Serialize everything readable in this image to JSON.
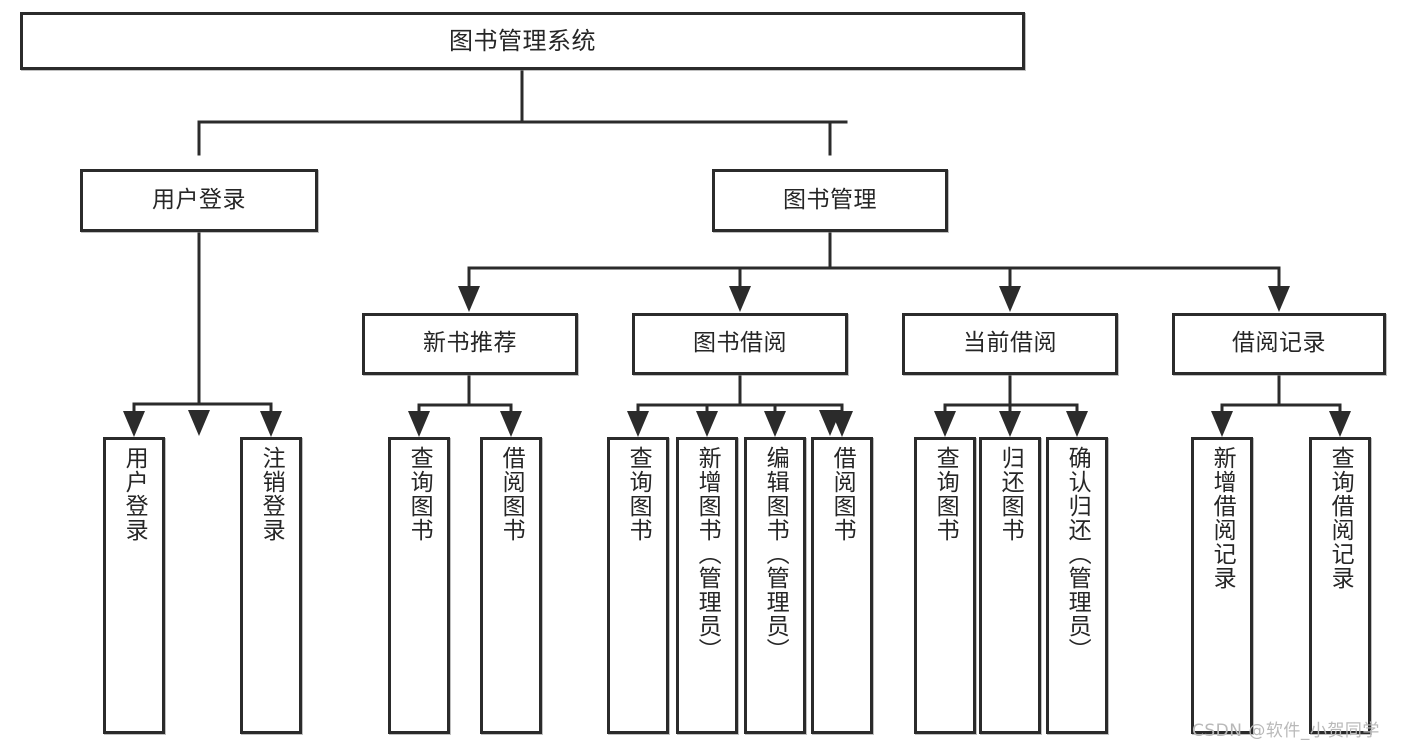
{
  "diagram": {
    "title_node": {
      "label": "图书管理系统"
    },
    "level2": [
      {
        "id": "user-login",
        "label": "用户登录"
      },
      {
        "id": "book-management",
        "label": "图书管理"
      }
    ],
    "level3": [
      {
        "id": "new-book-recommend",
        "label": "新书推荐"
      },
      {
        "id": "book-borrow",
        "label": "图书借阅"
      },
      {
        "id": "current-borrow",
        "label": "当前借阅"
      },
      {
        "id": "borrow-record",
        "label": "借阅记录"
      }
    ],
    "leaves": [
      {
        "id": "leaf-user-login",
        "label": "用户登录"
      },
      {
        "id": "leaf-logout-login",
        "label": "注销登录"
      },
      {
        "id": "leaf-query-book-1",
        "label": "查询图书"
      },
      {
        "id": "leaf-borrow-book-1",
        "label": "借阅图书"
      },
      {
        "id": "leaf-query-book-2",
        "label": "查询图书"
      },
      {
        "id": "leaf-add-book",
        "label": "新增图书（管理员）"
      },
      {
        "id": "leaf-edit-book",
        "label": "编辑图书（管理员）"
      },
      {
        "id": "leaf-borrow-book-2",
        "label": "借阅图书"
      },
      {
        "id": "leaf-query-book-3",
        "label": "查询图书"
      },
      {
        "id": "leaf-return-book",
        "label": "归还图书"
      },
      {
        "id": "leaf-confirm-return",
        "label": "确认归还（管理员）"
      },
      {
        "id": "leaf-add-record",
        "label": "新增借阅记录"
      },
      {
        "id": "leaf-query-record",
        "label": "查询借阅记录"
      }
    ],
    "watermark": "CSDN @软件_小贺同学",
    "colors": {
      "stroke": "#2b2b2b",
      "fill": "#ffffff",
      "text": "#262626",
      "watermark": "#b9b9b9"
    }
  }
}
